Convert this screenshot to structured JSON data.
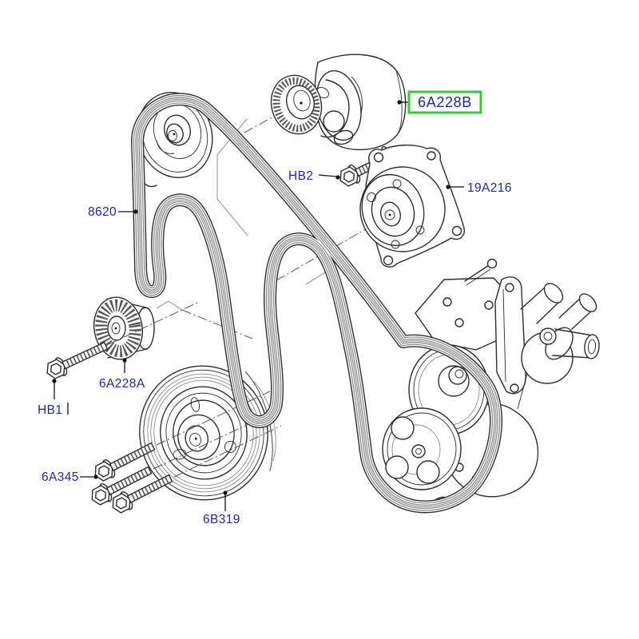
{
  "diagram": {
    "type": "parts-exploded-diagram",
    "subject": "engine accessory belt drive",
    "colors": {
      "background": "#ffffff",
      "line_art": "#2d2d2d",
      "label_text": "#1f1fc4",
      "highlight_box_border": "#33cc33"
    },
    "callouts": {
      "belt": "8620",
      "tensioner": "6A228B",
      "tensioner_bolt": "HB2",
      "water_pump": "19A216",
      "idler_pulley": "6A228A",
      "idler_bolt": "HB1",
      "crank_bolts": "6A345",
      "crank_pulley": "6B319"
    },
    "highlighted_callout": "6A228B"
  }
}
